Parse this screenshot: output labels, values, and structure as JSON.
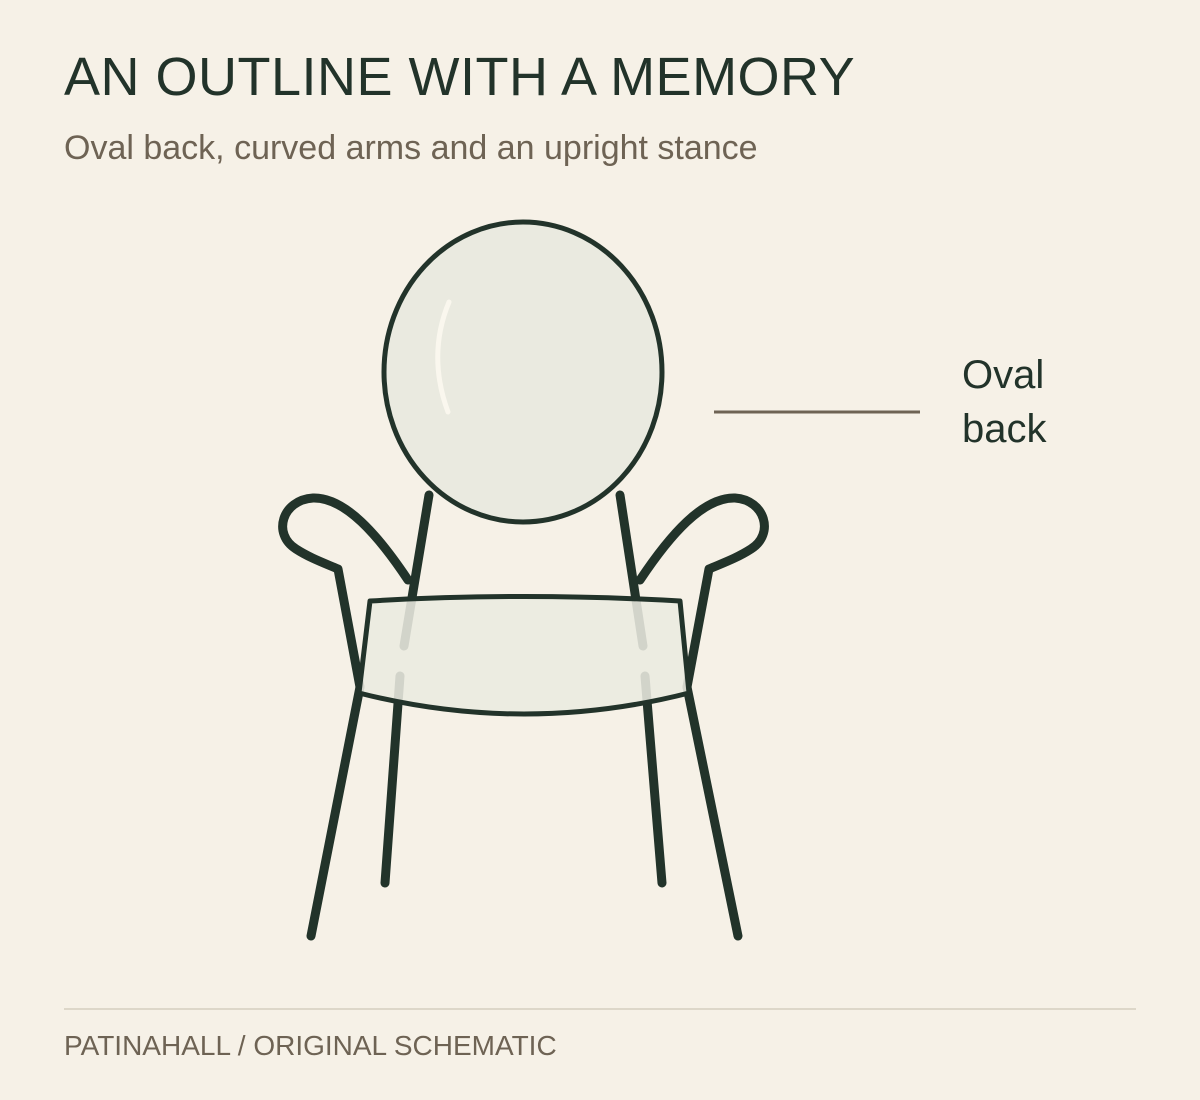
{
  "header": {
    "title": "AN OUTLINE WITH A MEMORY",
    "subtitle": "Oval back, curved arms and an upright stance"
  },
  "diagram": {
    "callout": {
      "line1": "Oval",
      "line2": "back"
    },
    "colors": {
      "background": "#f6f1e7",
      "stroke": "#22332a",
      "fill": "#eaeae0",
      "leader": "#6e6354"
    }
  },
  "footer": {
    "credit": "PATINAHALL / ORIGINAL SCHEMATIC"
  }
}
